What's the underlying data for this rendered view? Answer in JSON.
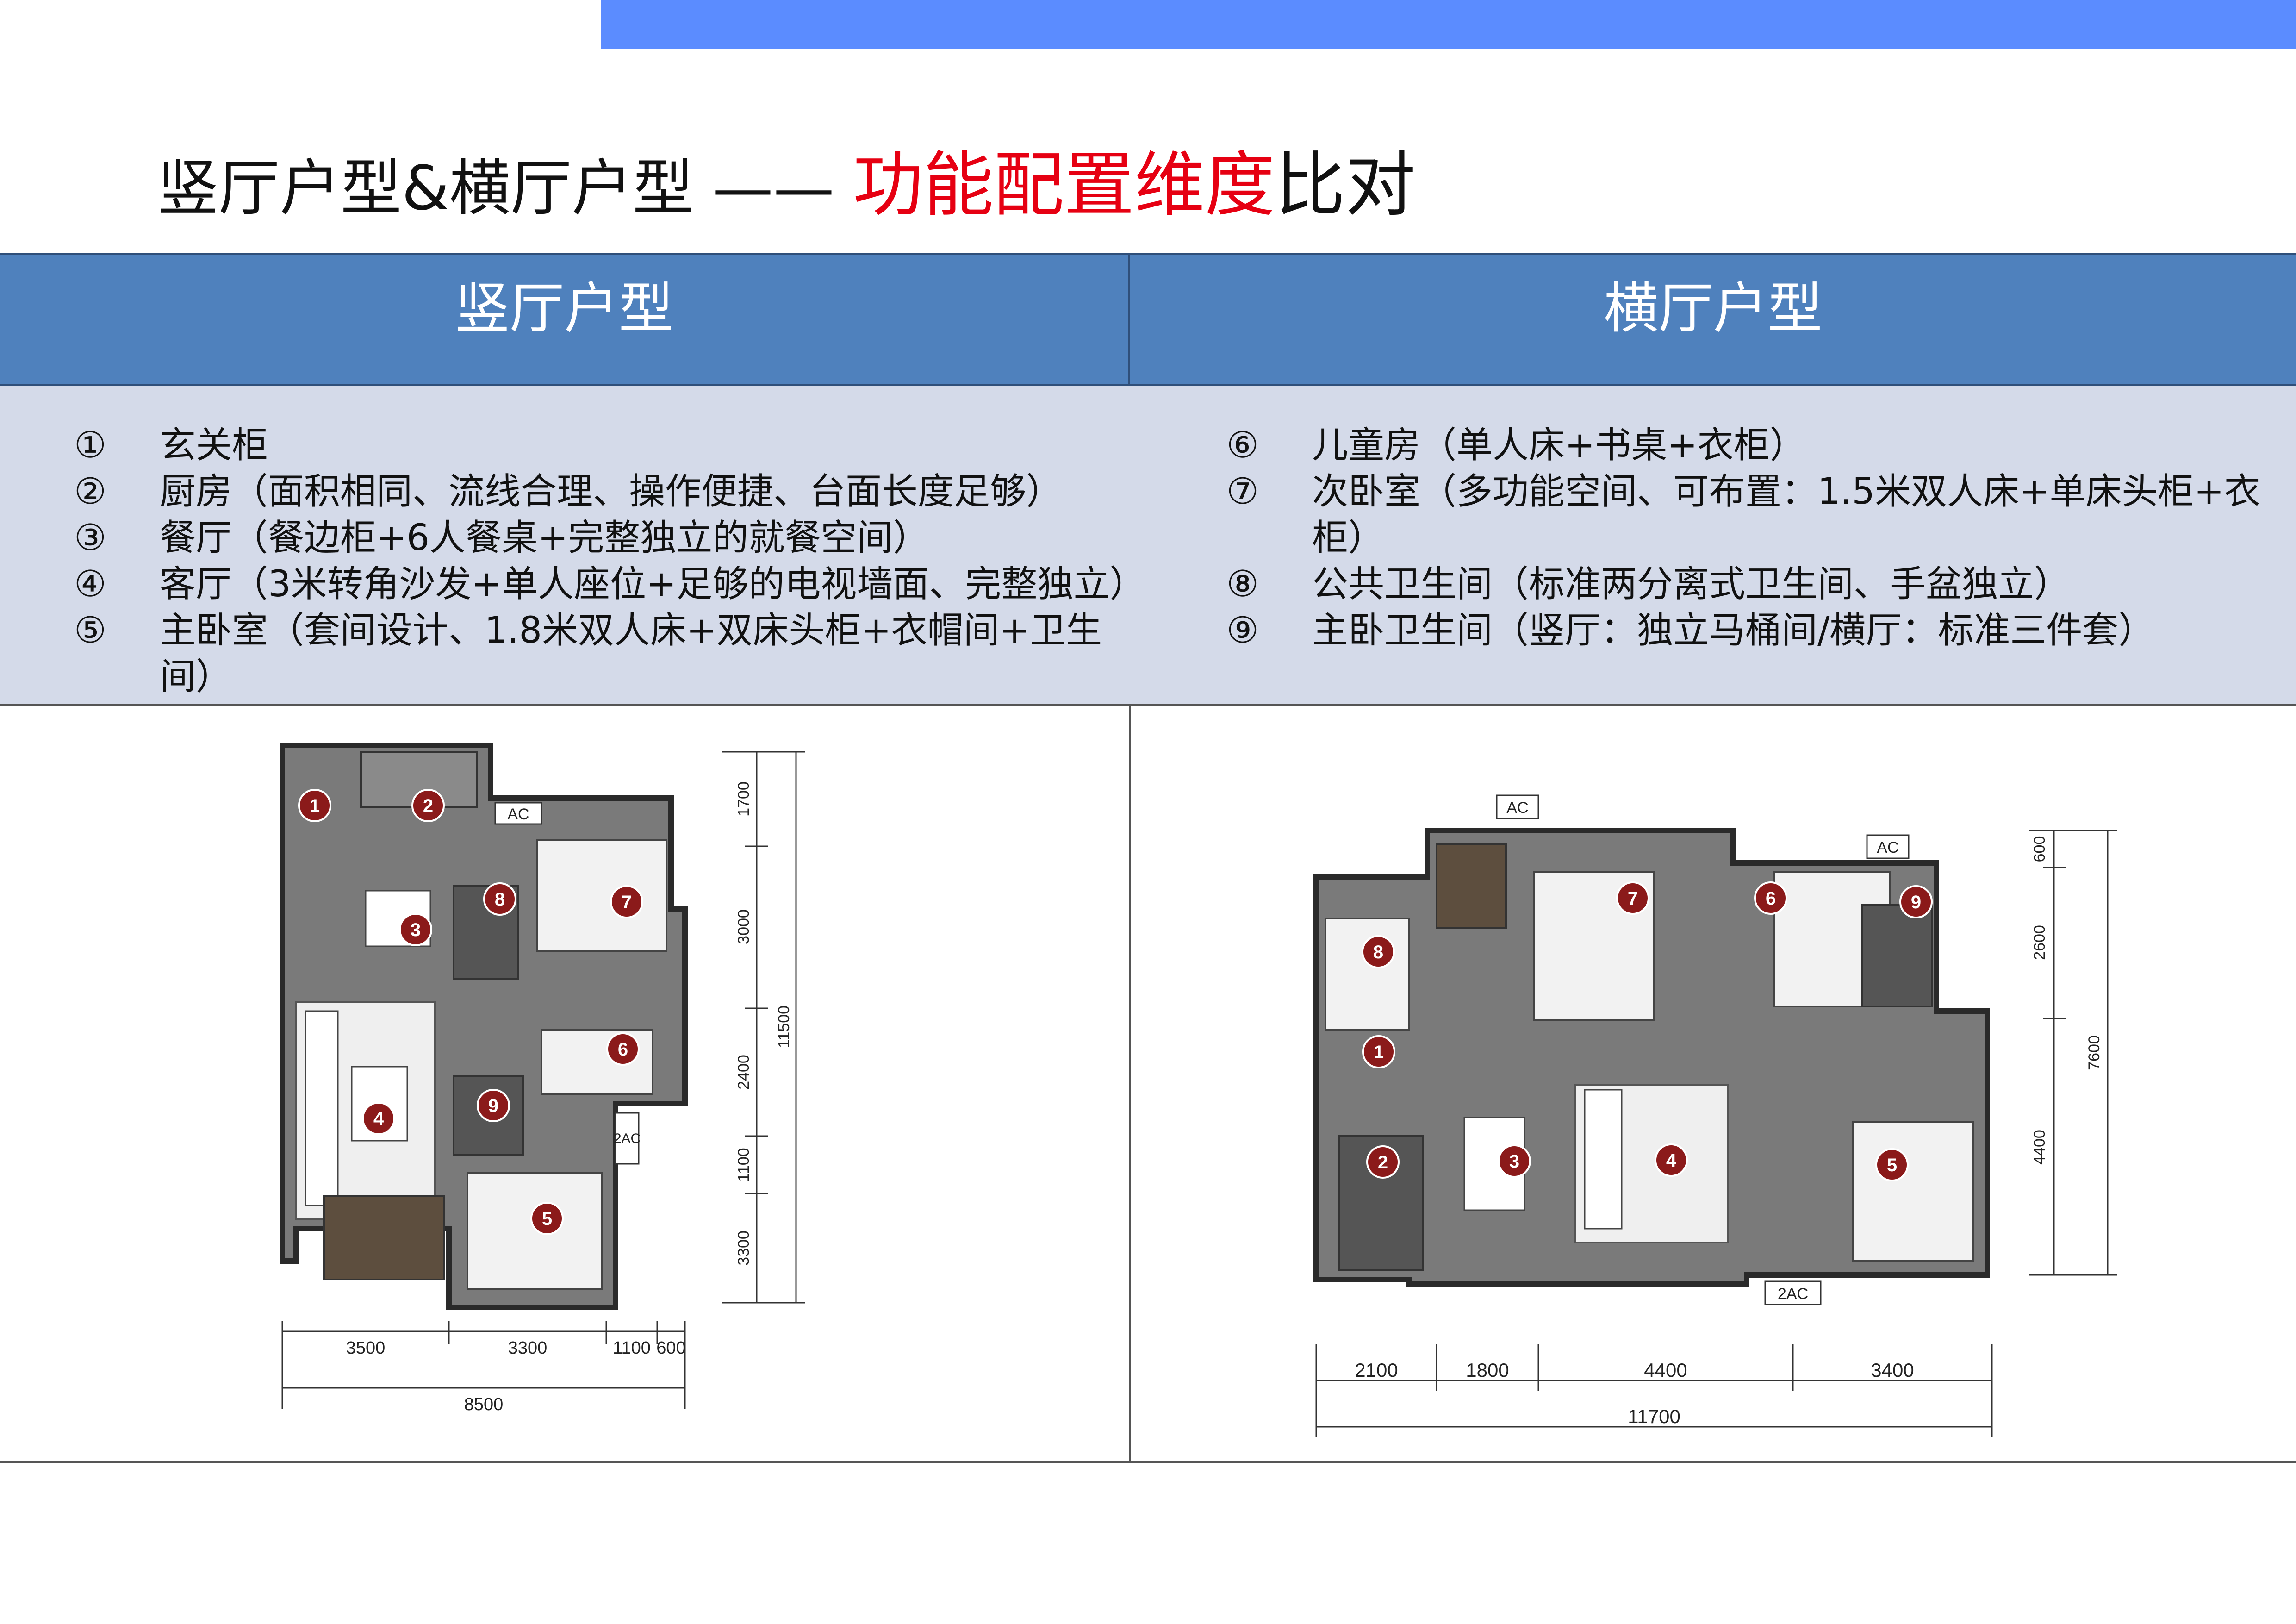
{
  "title": {
    "prefix": "竖厅户型&横厅户型",
    "dash": "——",
    "highlight": "功能配置维度",
    "suffix": "比对"
  },
  "table": {
    "col_left": "竖厅户型",
    "col_right": "横厅户型"
  },
  "features_left": [
    {
      "num": "①",
      "text": "玄关柜"
    },
    {
      "num": "②",
      "text": "厨房（面积相同、流线合理、操作便捷、台面长度足够）"
    },
    {
      "num": "③",
      "text": "餐厅（餐边柜+6人餐桌+完整独立的就餐空间）"
    },
    {
      "num": "④",
      "text": "客厅（3米转角沙发+单人座位+足够的电视墙面、完整独立）"
    },
    {
      "num": "⑤",
      "text": "主卧室（套间设计、1.8米双人床+双床头柜+衣帽间+卫生间）"
    }
  ],
  "features_right": [
    {
      "num": "⑥",
      "text": "儿童房（单人床+书桌+衣柜）"
    },
    {
      "num": "⑦",
      "text": "次卧室（多功能空间、可布置：1.5米双人床+单床头柜+衣柜）"
    },
    {
      "num": "⑧",
      "text": "公共卫生间（标准两分离式卫生间、手盆独立）"
    },
    {
      "num": "⑨",
      "text": "主卧卫生间（竖厅：独立马桶间/横厅：标准三件套）"
    }
  ],
  "plan_left": {
    "markers": [
      "1",
      "2",
      "3",
      "4",
      "5",
      "6",
      "7",
      "8",
      "9"
    ],
    "ac": [
      "AC",
      "2AC"
    ],
    "dims_bottom": [
      "3500",
      "3300",
      "1100",
      "600"
    ],
    "dim_total_bottom": "8500",
    "dims_right": [
      "1700",
      "3000",
      "2400",
      "1100",
      "3300"
    ],
    "dim_total_right": "11500"
  },
  "plan_right": {
    "markers": [
      "1",
      "2",
      "3",
      "4",
      "5",
      "6",
      "7",
      "8",
      "9"
    ],
    "ac": [
      "AC",
      "AC",
      "2AC"
    ],
    "dims_bottom": [
      "2100",
      "1800",
      "4400",
      "3400"
    ],
    "dim_total_bottom": "11700",
    "dims_right": [
      "600",
      "2600",
      "4400"
    ],
    "dim_total_right": "7600"
  },
  "colors": {
    "accent_bar": "#5b8cff",
    "header_bg": "#4f81bd",
    "features_bg": "#d4dae9",
    "highlight": "#e60012",
    "marker": "#8b1a1a",
    "floor": "#7a7a7a"
  }
}
